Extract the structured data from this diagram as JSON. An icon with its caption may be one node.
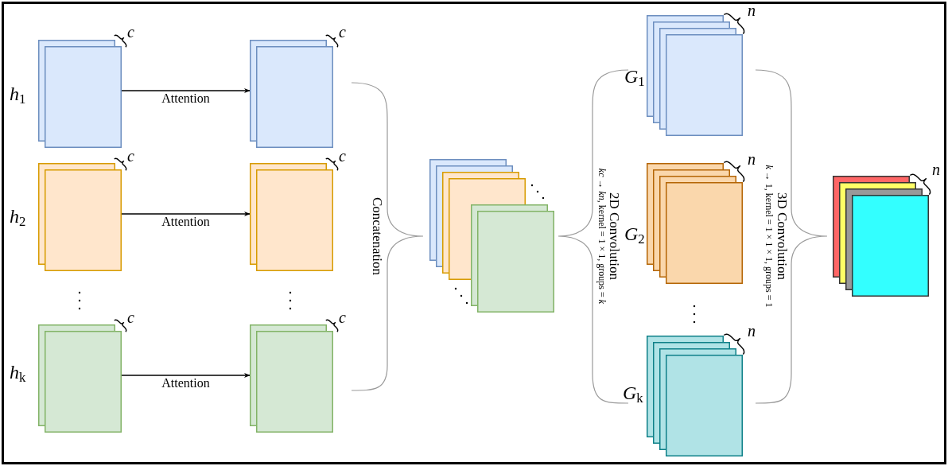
{
  "diagram": {
    "nodes": [
      {
        "text": [],
        "shape": "box",
        "beside": [
          "*h*$_{1}$",
          "c"
        ]
      },
      {
        "text": [],
        "shape": "box",
        "beside": [
          "c"
        ]
      },
      {
        "text": [],
        "shape": "box",
        "beside": [
          "*h*$_{2}$",
          "c"
        ]
      },
      {
        "text": [],
        "shape": "box",
        "beside": [
          "c"
        ]
      },
      {
        "text": [],
        "shape": "box",
        "beside": [
          "*h*$_{k}$",
          "c"
        ]
      },
      {
        "text": [],
        "shape": "box",
        "beside": [
          "c"
        ]
      },
      {
        "text": [],
        "shape": "box"
      },
      {
        "text": [],
        "shape": "box",
        "beside": [
          "*G*$_{1}$",
          "n"
        ]
      },
      {
        "text": [],
        "shape": "box",
        "beside": [
          "*G*$_{2}$",
          "n"
        ]
      },
      {
        "text": [],
        "shape": "box",
        "beside": [
          "*G*$_{k}$",
          "n"
        ]
      },
      {
        "text": [],
        "shape": "box",
        "beside": [
          "n"
        ]
      }
    ],
    "edges": [
      {
        "from": 0,
        "to": 1,
        "arrow": "to",
        "label": "Attention"
      },
      {
        "from": 2,
        "to": 3,
        "arrow": "to",
        "label": "Attention"
      },
      {
        "from": 4,
        "to": 5,
        "arrow": "to",
        "label": "Attention"
      }
    ],
    "labels": [
      "Concatenation",
      "2D Convolution",
      "*kc* → *kn*, kernel = 1 × 1, groups = *k*",
      "3D Convolution",
      "*k* → 1, kernel = 1 × 1 × 1, groups = 1"
    ]
  }
}
